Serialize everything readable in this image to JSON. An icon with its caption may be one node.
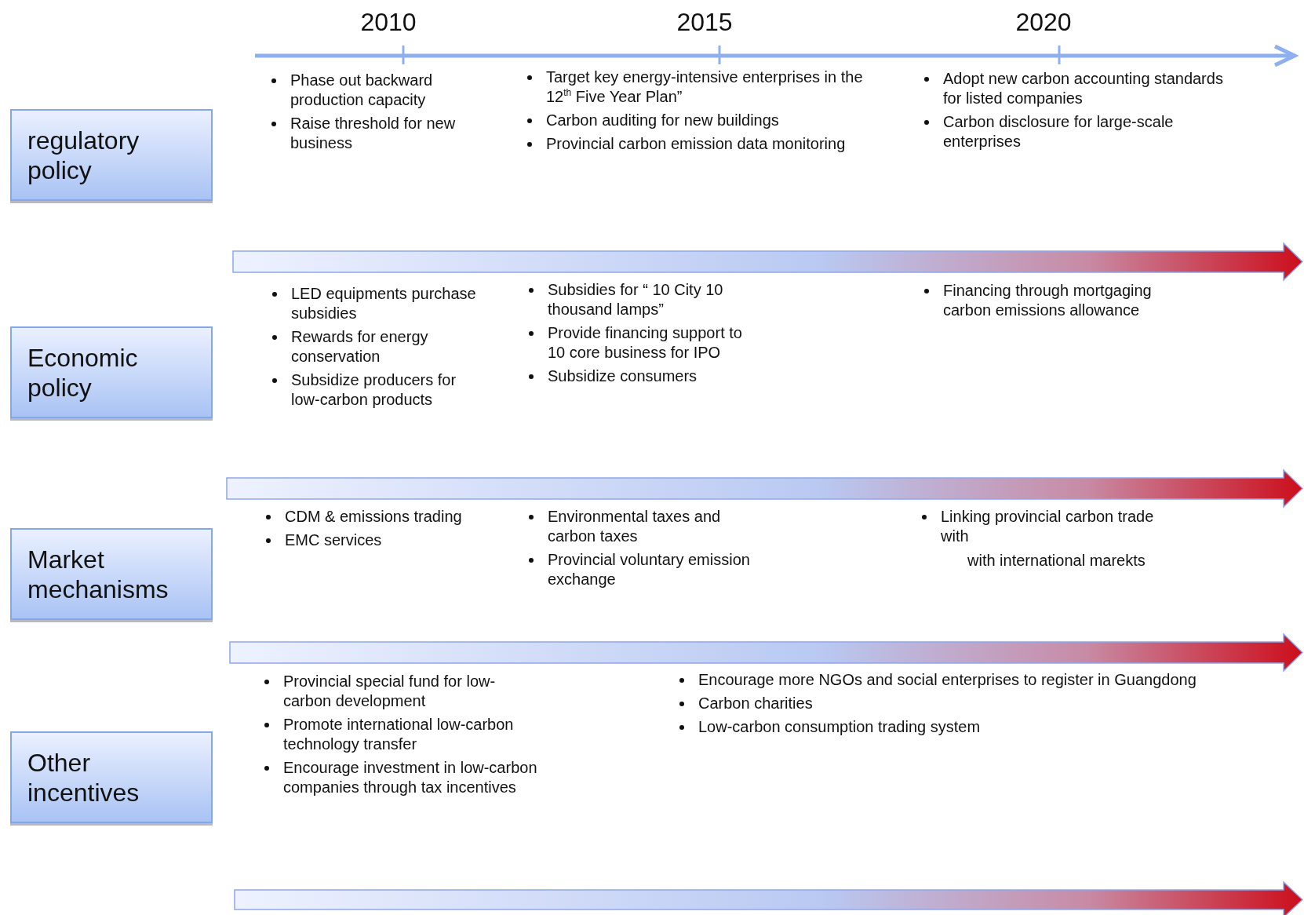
{
  "diagram": {
    "nodes": [
      {
        "text": [
          "regulatory policy"
        ]
      },
      {
        "text": [
          "Economic policy"
        ]
      },
      {
        "text": [
          "Market mechanisms"
        ]
      },
      {
        "text": [
          "Other incentives"
        ]
      }
    ],
    "labels": [
      "2010",
      "2015",
      "2020",
      "Phase out backward production capacity",
      "Raise threshold for new business",
      "Target key energy-intensive enterprises in the 12$^{th}$ Five Year Plan”",
      "Carbon auditing for new buildings",
      "Provincial carbon emission data monitoring",
      "Adopt new carbon accounting standards for listed companies",
      "Carbon disclosure for large-scale enterprises",
      "LED equipments purchase subsidies",
      "Rewards for energy conservation",
      "Subsidize producers for low-carbon products",
      "Subsidies for “ 10 City 10 thousand lamps”",
      "Provide financing support to 10 core business for IPO",
      "Subsidize consumers",
      "Financing through mortgaging carbon emissions allowance",
      "CDM & emissions trading",
      "EMC services",
      "Environmental taxes and carbon taxes",
      "Provincial voluntary emission exchange",
      "Linking provincial carbon trade with",
      "with international marekts",
      "Provincial special fund for low-carbon development",
      "Promote international low-carbon technology transfer",
      "Encourage investment in low-carbon companies through tax incentives",
      "Encourage more NGOs and social enterprises to register in Guangdong",
      "Carbon charities",
      "Low-carbon consumption trading system"
    ]
  }
}
